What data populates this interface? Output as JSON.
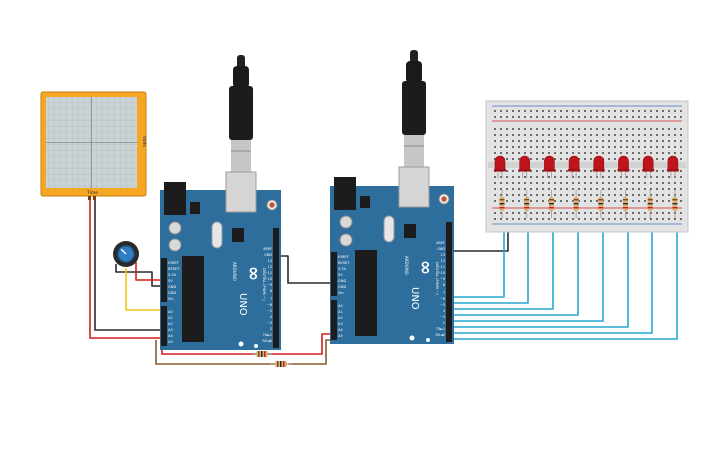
{
  "oscilloscope": {
    "side_label": "Volts",
    "bottom_label": "Time"
  },
  "arduino_left": {
    "logo": "∞",
    "model": "UNO",
    "brand": "ARDUINO",
    "digital_label": "DIGITAL (PWM ~)",
    "power_pins": [
      "IOREF",
      "RESET",
      "3.3V",
      "5V",
      "GND",
      "GND",
      "Vin"
    ],
    "analog_pins": [
      "A0",
      "A1",
      "A2",
      "A3",
      "A4",
      "A5"
    ],
    "right_pins": [
      "AREF",
      "GND",
      "13",
      "12",
      "~11",
      "~10",
      "~9",
      "8",
      "7",
      "~6",
      "~5",
      "4",
      "~3",
      "2",
      "TX►1",
      "RX◄0"
    ]
  },
  "arduino_right": {
    "logo": "∞",
    "model": "UNO",
    "brand": "ARDUINO",
    "digital_label": "DIGITAL (PWM ~)",
    "power_pins": [
      "IOREF",
      "RESET",
      "3.3V",
      "5V",
      "GND",
      "GND",
      "Vin"
    ],
    "analog_pins": [
      "A0",
      "A1",
      "A2",
      "A3",
      "A4",
      "A5"
    ],
    "right_pins": [
      "AREF",
      "GND",
      "13",
      "12",
      "~11",
      "~10",
      "~9",
      "8",
      "7",
      "~6",
      "~5",
      "4",
      "~3",
      "2",
      "TX►1",
      "RX◄0"
    ]
  },
  "leds": {
    "count": 8,
    "color": "#c0141c"
  },
  "colors": {
    "board": "#2d6e9d",
    "wire_red": "#d11f1f",
    "wire_black": "#2a2a2a",
    "wire_yellow": "#f2c80f",
    "wire_blue": "#27a6cf",
    "wire_brown": "#8b5a2b",
    "scope_frame": "#f5a623",
    "scope_screen": "#c9d2d4"
  }
}
